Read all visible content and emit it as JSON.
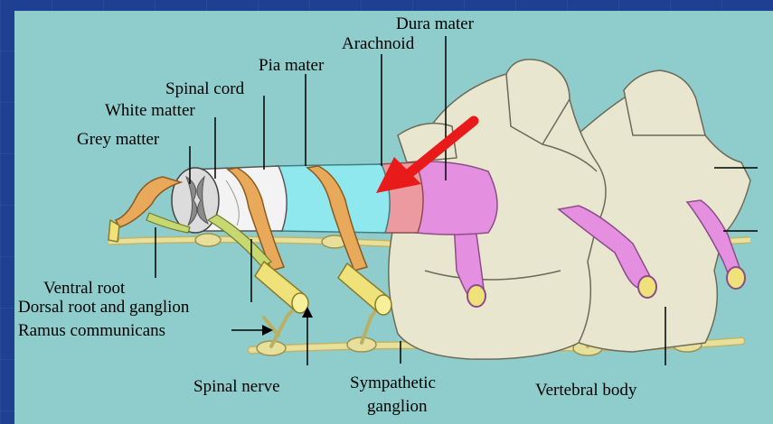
{
  "diagram": {
    "labels": {
      "dura_mater": "Dura mater",
      "arachnoid": "Arachnoid",
      "pia_mater": "Pia mater",
      "spinal_cord": "Spinal cord",
      "white_matter": "White matter",
      "grey_matter": "Grey matter",
      "ventral_root": "Ventral root",
      "dorsal_root": "Dorsal root and ganglion",
      "ramus": "Ramus communicans",
      "spinal_nerve": "Spinal nerve",
      "sympathetic_1": "Sympathetic",
      "sympathetic_2": "ganglion",
      "vertebral_body": "Vertebral body"
    },
    "colors": {
      "slide_background": "#1f3f92",
      "panel_background": "#8fcccc",
      "bone": "#e9e6d0",
      "dura": "#e48fe0",
      "arachnoid": "#ec9aa0",
      "pia": "#8ee8ee",
      "root": "#e8a95a",
      "nerve": "#f0e27a",
      "chain": "#e8df9a",
      "arrow": "#e81a1a"
    }
  }
}
